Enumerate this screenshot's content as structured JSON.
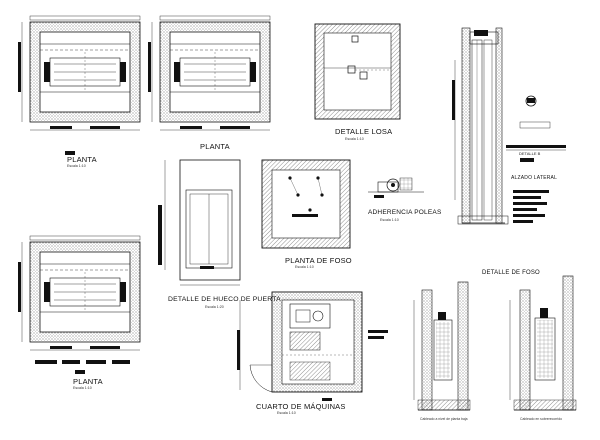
{
  "labels": {
    "planta_1": "PLANTA",
    "planta_2": "PLANTA",
    "planta_3": "PLANTA",
    "detalle_losa": "DETALLE LOSA",
    "adherencia_poleas": "ADHERENCIA POLEAS",
    "planta_de_foso": "PLANTA DE FOSO",
    "detalle_hueco_puerta": "DETALLE DE HUECO DE PUERTA",
    "cuarto_maquinas": "CUARTO DE MÁQUINAS",
    "alzado_lateral": "ALZADO LATERAL",
    "detalle_foso": "DETALLE DE FOSO",
    "detalle_b": "DETALLE B"
  },
  "scales": {
    "planta_1": "Escala 1:10",
    "planta_3": "Escala 1:10",
    "detalle_losa": "Escala 1:10",
    "adherencia_poleas": "Escala 1:10",
    "planta_de_foso": "Escala 1:10",
    "detalle_hueco_puerta": "Escala 1:20",
    "cuarto_maquinas": "Escala 1:10"
  },
  "notes": {
    "foso_left": "Cableado a nivel de planta baja",
    "foso_right": "Cableado en sobrerecorrido"
  },
  "colors": {
    "ink": "#111111",
    "hatch": "#555555",
    "paper": "#ffffff"
  }
}
